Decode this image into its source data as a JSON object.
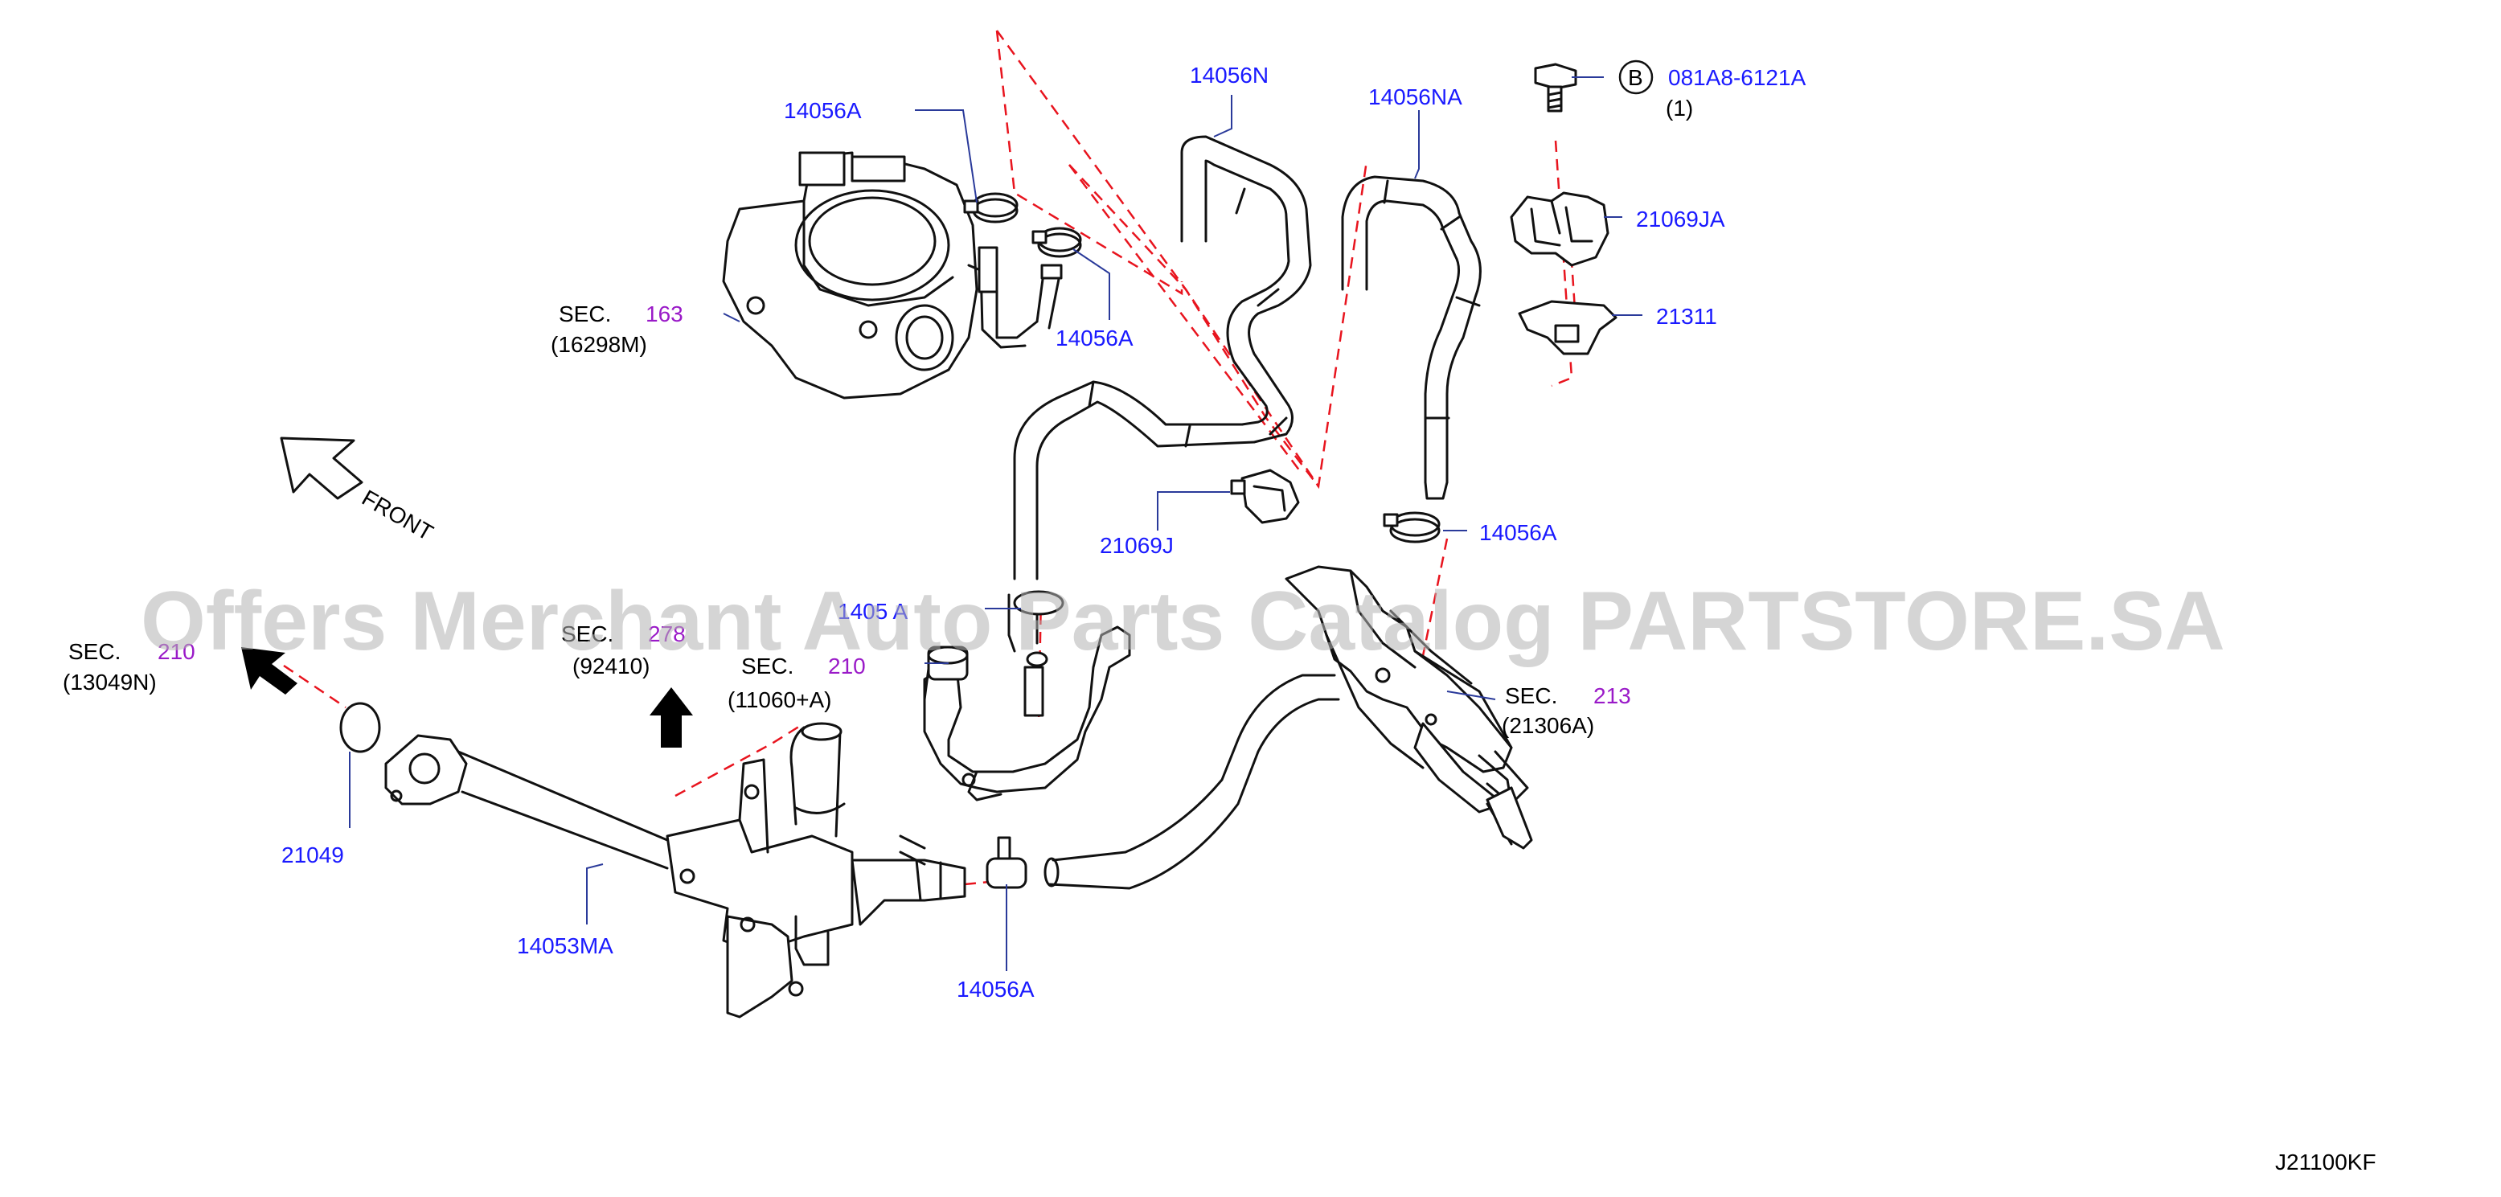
{
  "diagram_code": "J21100KF",
  "watermark": "Offers Merchant Auto Parts Catalog PARTSTORE.SA",
  "front_label": "FRONT",
  "colors": {
    "part_label": "#1a1aff",
    "section_number": "#9a1ac8",
    "explode_line": "#e8141e",
    "leader_line": "#2a3a9a"
  },
  "part_labels": {
    "p14056a_top": "14056A",
    "p14056n": "14056N",
    "p14056na": "14056NA",
    "p14056a_throttle": "14056A",
    "p21069ja": "21069JA",
    "p21311": "21311",
    "p21069j": "21069J",
    "p14056a_right": "14056A",
    "p14056a_mid": "1405 A",
    "p21049": "21049",
    "p14053ma": "14053MA",
    "p14056a_bottom": "14056A"
  },
  "bolt": {
    "circle_letter": "B",
    "part_number": "081A8-6121A",
    "qty": "(1)"
  },
  "sections": {
    "s163": {
      "prefix": "SEC.",
      "number": "163",
      "sub": "(16298M)"
    },
    "s210_left": {
      "prefix": "SEC.",
      "number": "210",
      "sub": "(13049N)"
    },
    "s278": {
      "prefix": "SEC.",
      "number": "278",
      "sub": "(92410)"
    },
    "s210_mid": {
      "prefix": "SEC.",
      "number": "210",
      "sub": "(11060+A)"
    },
    "s213": {
      "prefix": "SEC.",
      "number": "213",
      "sub": "(21306A)"
    }
  }
}
